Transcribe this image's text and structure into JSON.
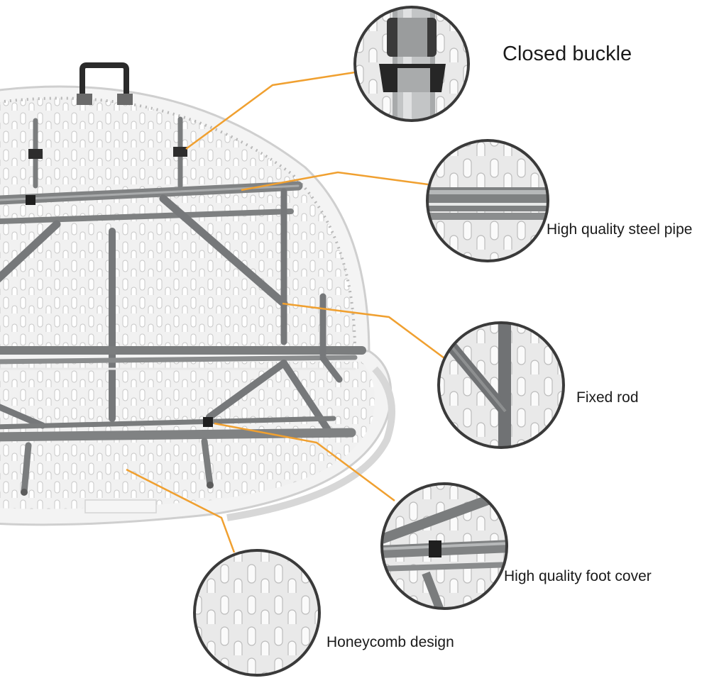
{
  "callouts": {
    "closed_buckle": "Closed buckle",
    "steel_pipe": "High quality steel pipe",
    "fixed_rod": "Fixed rod",
    "foot_cover": "High quality foot cover",
    "honeycomb": "Honeycomb design"
  },
  "colors": {
    "leader_line": "#f0a030",
    "steel": "#77797a",
    "plastic": "#eeeeee",
    "ring": "#3a3a3a"
  }
}
